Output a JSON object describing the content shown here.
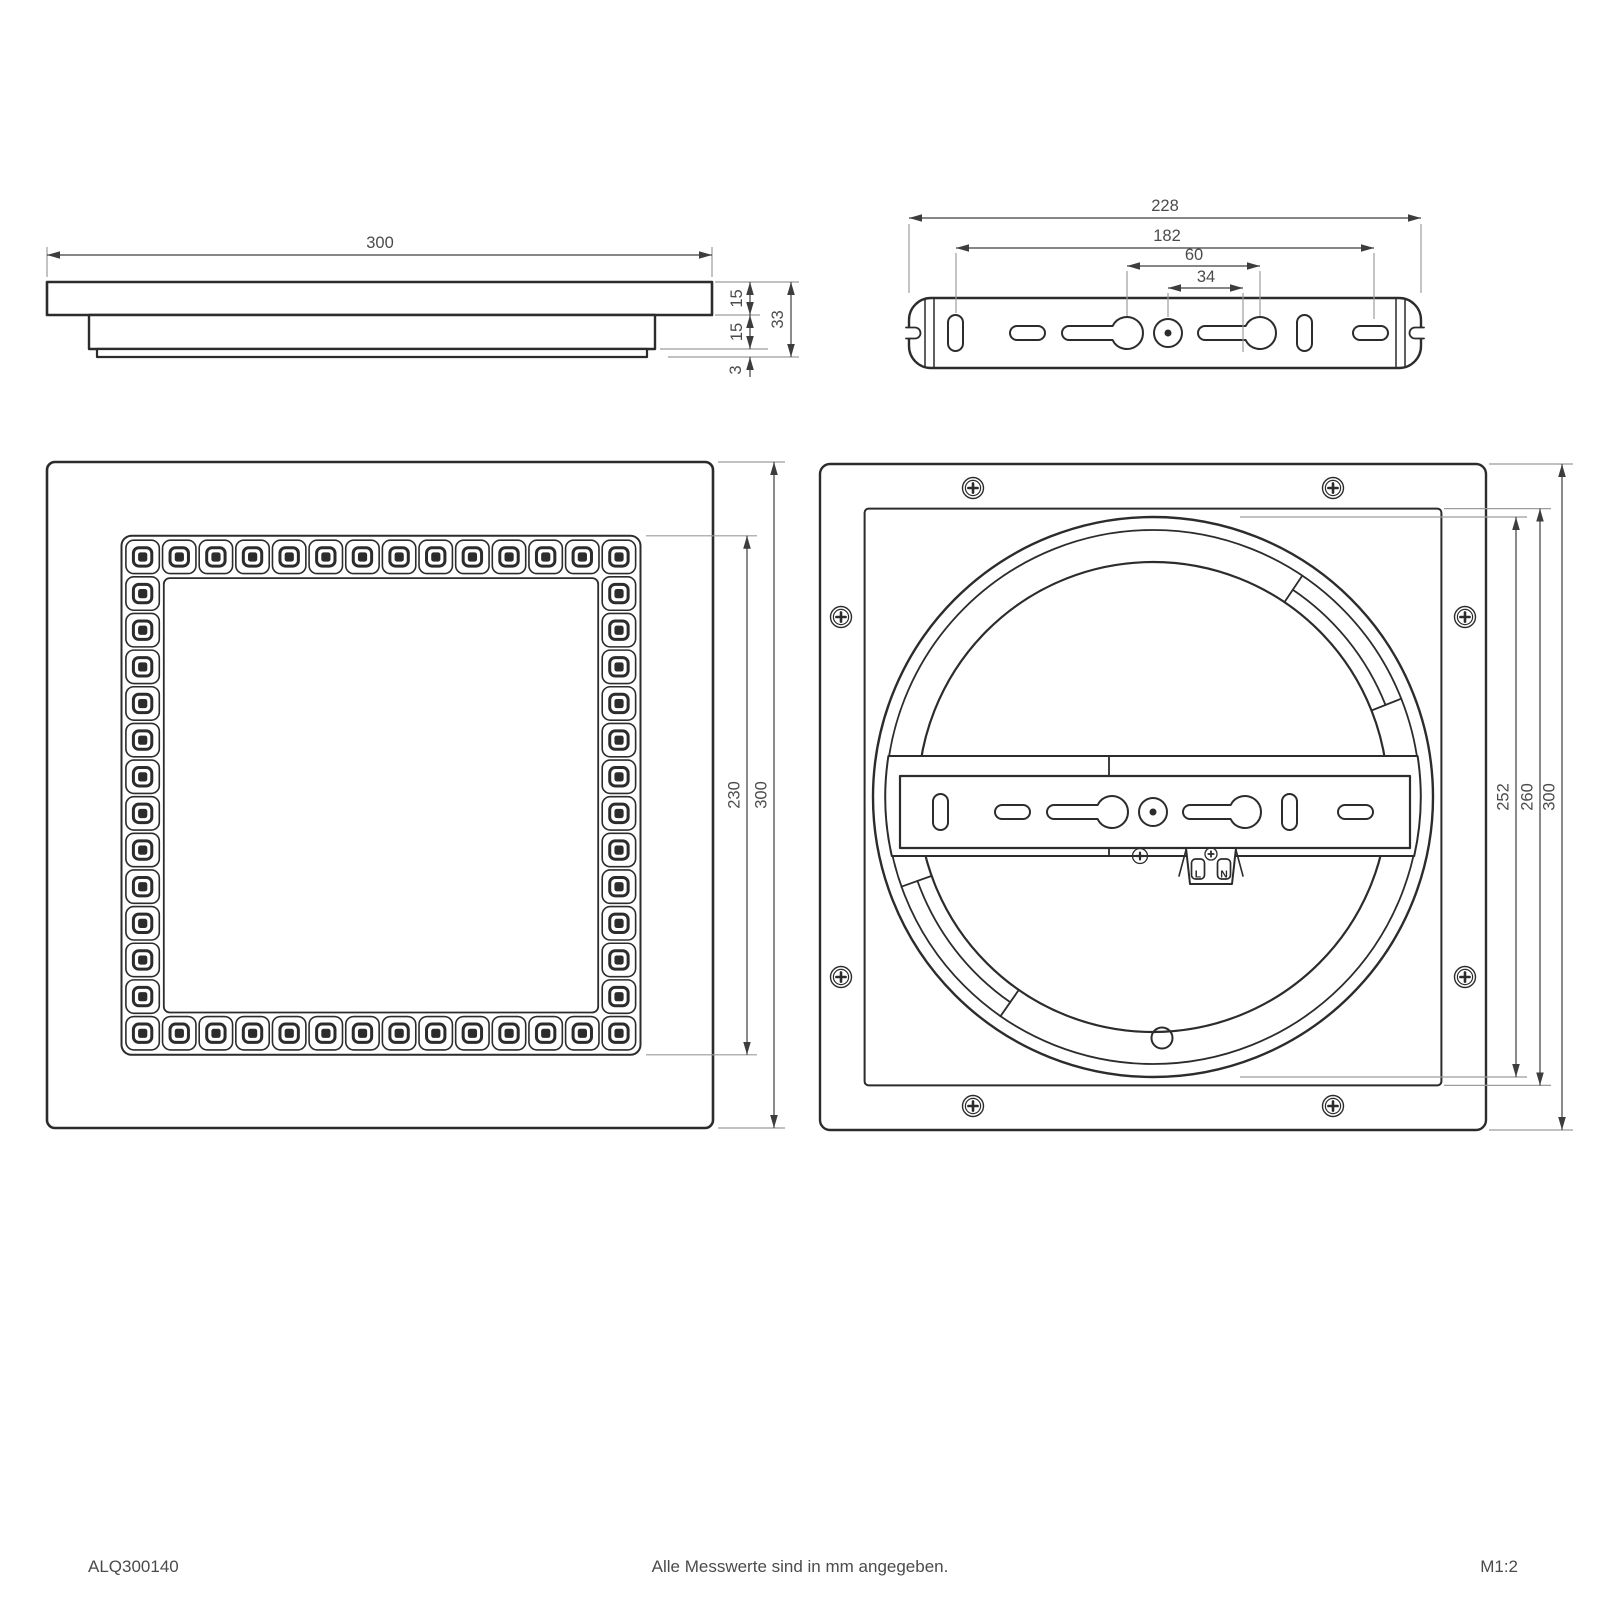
{
  "document": {
    "article_number": "ALQ300140",
    "units_note": "Alle Messwerte sind in mm angegeben.",
    "scale": "M1:2"
  },
  "views": {
    "side_profile": {
      "dims": {
        "width": "300",
        "panel_height": "15",
        "housing_height": "15",
        "diffuser_height": "3",
        "total_height": "33"
      }
    },
    "bracket_profile": {
      "dims": {
        "overall_length": "228",
        "outer_slot_spacing": "182",
        "keyhole_spacing": "60",
        "center_to_keyhole": "34"
      }
    },
    "front": {
      "dims": {
        "led_field": "230",
        "overall": "300"
      },
      "led_modules_per_side": 14,
      "led_modules_total": 52
    },
    "back": {
      "dims": {
        "mounting_ring": "252",
        "back_plate": "260",
        "overall": "300"
      },
      "terminal": {
        "live": "L",
        "neutral": "N"
      },
      "corner_screws": 8
    }
  },
  "colors": {
    "outline": "#2c2c2c",
    "dimension": "#3d3d3d",
    "extension": "#9c9c9c",
    "text": "#4b4b4b",
    "background": "#ffffff"
  }
}
